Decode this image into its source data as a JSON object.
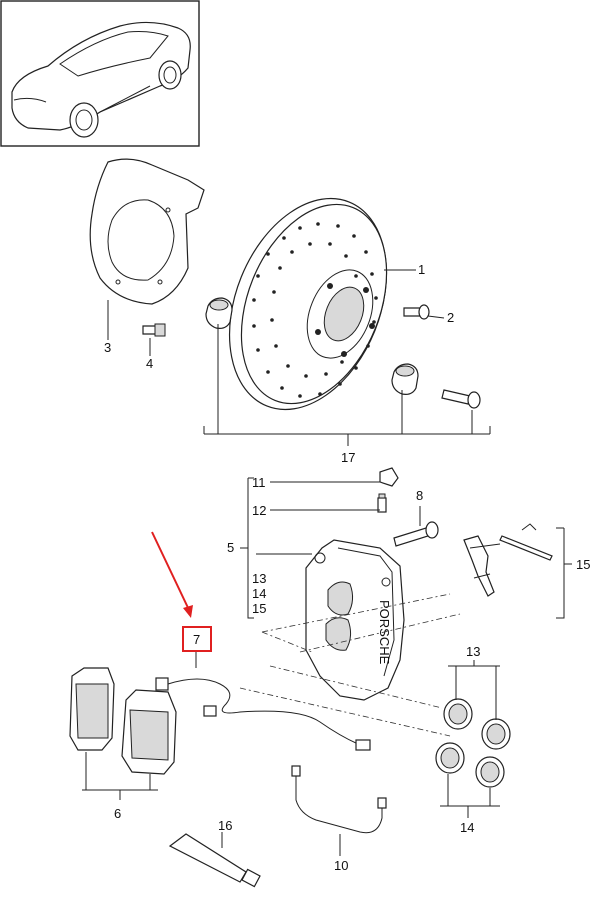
{
  "labels": {
    "l1": "1",
    "l2": "2",
    "l3": "3",
    "l4": "4",
    "l5": "5",
    "l6": "6",
    "l7": "7",
    "l8": "8",
    "l10": "10",
    "l11": "11",
    "l12": "12",
    "l13a": "13",
    "l14a": "14",
    "l15a": "15",
    "l13b": "13",
    "l14b": "14",
    "l15b": "15",
    "l16": "16",
    "l17": "17"
  },
  "caliper_brand": "PORSCHE",
  "colors": {
    "highlight": "#e02020",
    "line": "#222222"
  },
  "icons": {
    "thumbnail": "car-icon",
    "pointer": "arrow-icon"
  }
}
